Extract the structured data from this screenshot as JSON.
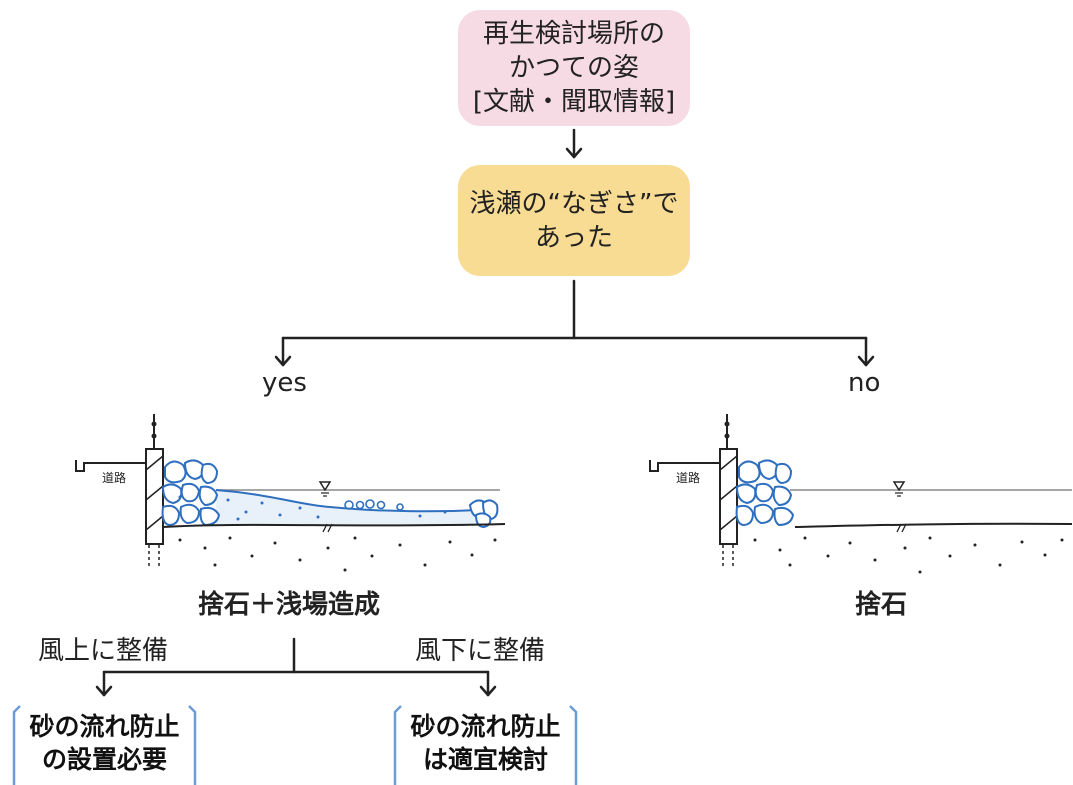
{
  "colors": {
    "pink_box": "#f6dbe5",
    "yellow_box": "#f8dc93",
    "water_blue": "#2f6fbf",
    "bracket_blue": "#6d9bd4",
    "line": "#222222"
  },
  "top_box": {
    "lines": [
      "再生検討場所の",
      "かつての姿",
      "[文献・聞取情報]"
    ]
  },
  "question_box": {
    "lines": [
      "浅瀬の“なぎさ”で",
      "あった"
    ]
  },
  "branches": {
    "yes": "yes",
    "no": "no"
  },
  "road_label": "道路",
  "yes_result": "捨石＋浅場造成",
  "no_result": "捨石",
  "sub_branches": {
    "left": "風上に整備",
    "right": "風下に整備"
  },
  "outcomes": {
    "left": [
      "砂の流れ防止",
      "の設置必要"
    ],
    "right": [
      "砂の流れ防止",
      "は適宜検討"
    ]
  }
}
